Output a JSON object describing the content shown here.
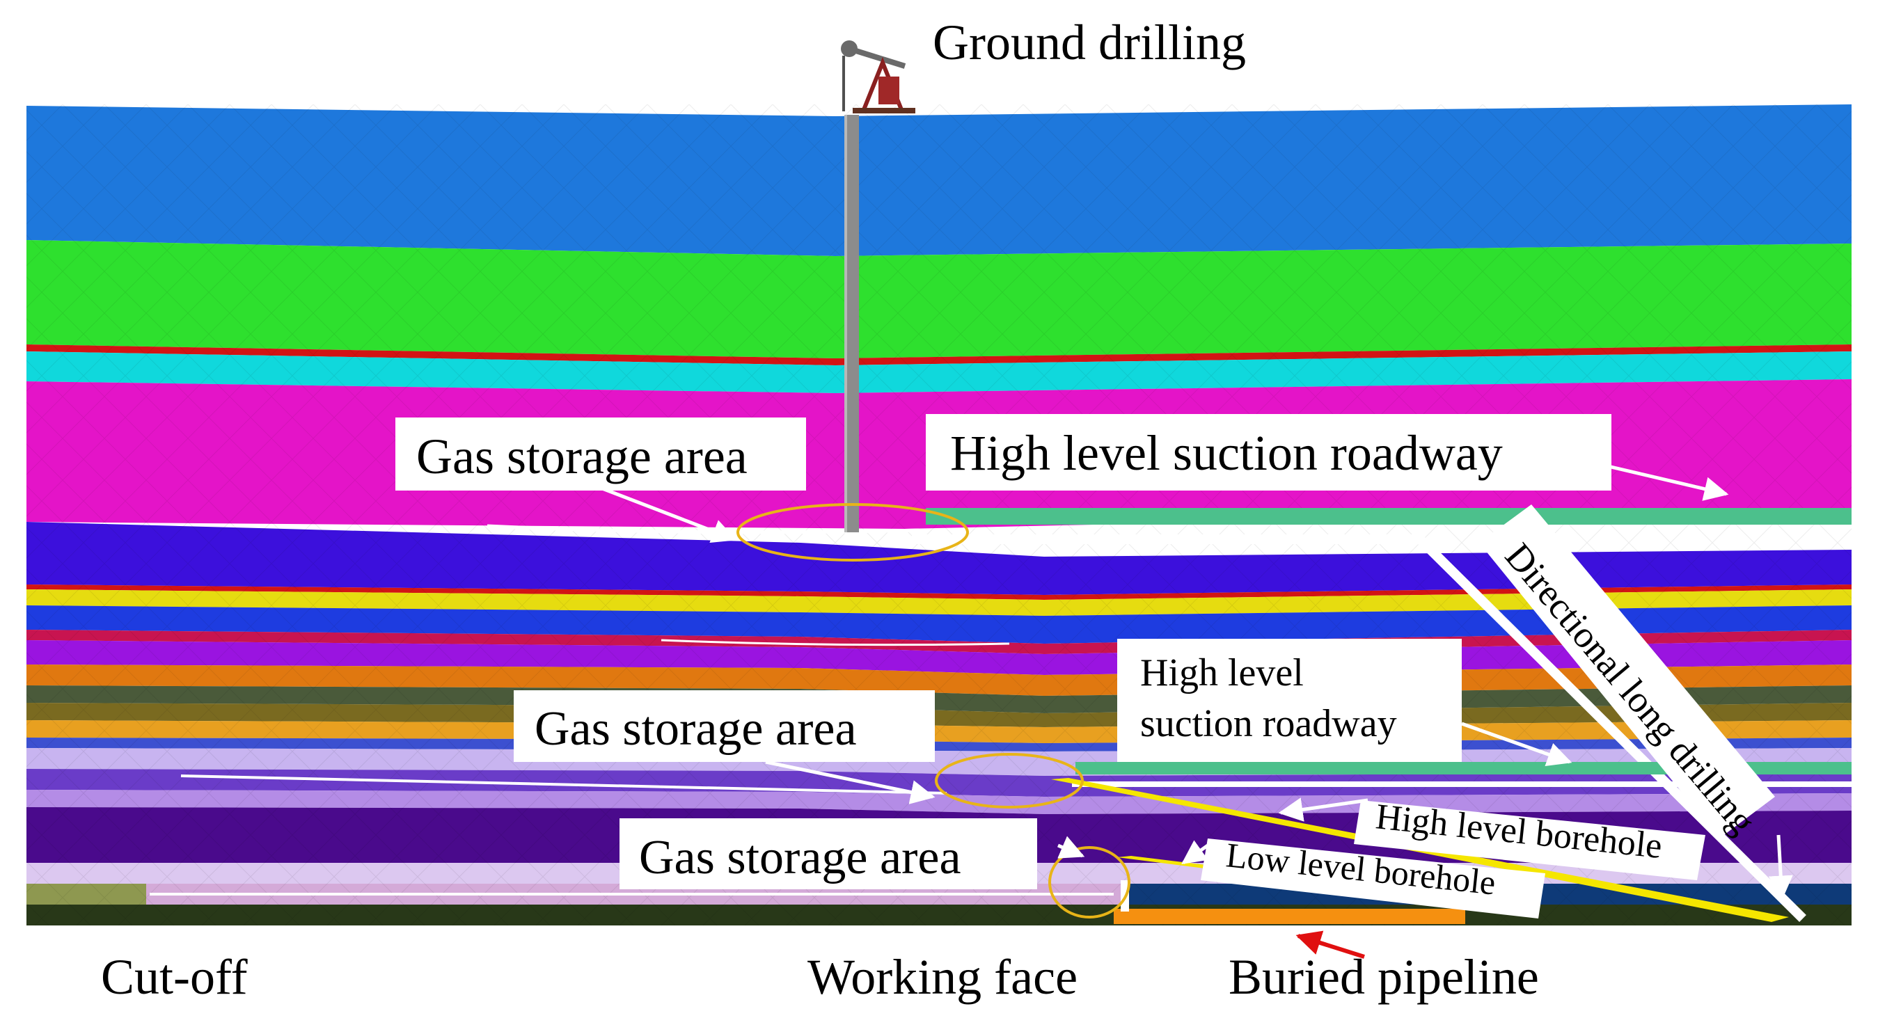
{
  "labels": {
    "ground_drilling": "Ground drilling",
    "gas_storage_area_upper": "Gas storage area",
    "high_level_suction_roadway_upper": "High level suction roadway",
    "directional_long_drilling": "Directional long drilling",
    "high_level_suction_roadway_lower_line1": "High level",
    "high_level_suction_roadway_lower_line2": "suction roadway",
    "gas_storage_area_middle": "Gas storage area",
    "high_level_borehole": "High level borehole",
    "gas_storage_area_lower": "Gas storage area",
    "low_level_borehole": "Low level borehole",
    "cut_off": "Cut-off",
    "working_face": "Working face",
    "buried_pipeline": "Buried pipeline"
  },
  "colors": {
    "stratum_blue": "#1E78DC",
    "stratum_green": "#2EE02E",
    "stratum_red": "#D21414",
    "stratum_cyan": "#10D8DC",
    "stratum_magenta": "#E414C8",
    "stratum_violet": "#3C10DC",
    "stratum_yellow": "#E6DC10",
    "stratum_orange": "#E07810",
    "stratum_lilac": "#C8B4F0",
    "stratum_indigo": "#4A0A8C",
    "roadway_teal": "#4CC08C",
    "borehole_yellow": "#F5E600",
    "pipeline_orange": "#F59010",
    "storage_ellipse": "#E8B418",
    "arrow_red": "#E01010"
  }
}
